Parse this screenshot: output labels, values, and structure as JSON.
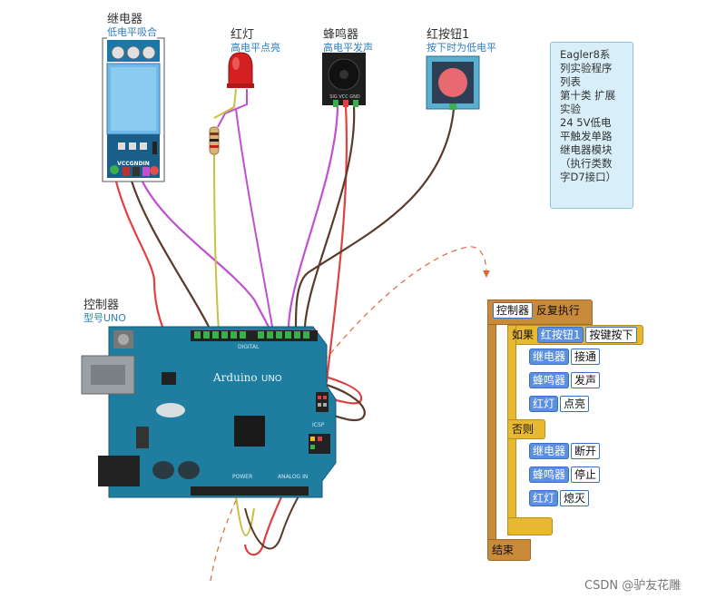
{
  "components": {
    "relay": {
      "title": "继电器",
      "sub": "低电平吸合",
      "pins": "VCCGNDIN"
    },
    "led": {
      "title": "红灯",
      "sub": "高电平点亮"
    },
    "buzzer": {
      "title": "蜂鸣器",
      "sub": "高电平发声",
      "pins": "SIG VCC GND"
    },
    "button": {
      "title": "红按钮1",
      "sub": "按下时为低电平"
    },
    "controller": {
      "title": "控制器",
      "sub": "型号UNO",
      "board_text": "Arduino",
      "board_model": "UNO",
      "labels": {
        "digital": "DIGITAL",
        "power": "POWER",
        "analog": "ANALOG IN",
        "icsp": "ICSP"
      }
    }
  },
  "note": {
    "lines": [
      "Eagler8系",
      "列实验程序",
      "列表",
      "第十类 扩展",
      "实验",
      "24 5V低电",
      "平触发单路",
      "继电器模块",
      "（执行类数",
      "字D7接口）"
    ]
  },
  "program": {
    "loop_name": "控制器",
    "loop_label": "反复执行",
    "if_label": "如果",
    "cond_name": "红按钮1",
    "cond_action": "按键按下",
    "then": [
      {
        "name": "继电器",
        "action": "接通"
      },
      {
        "name": "蜂鸣器",
        "action": "发声"
      },
      {
        "name": "红灯",
        "action": "点亮"
      }
    ],
    "else_label": "否则",
    "else": [
      {
        "name": "继电器",
        "action": "断开"
      },
      {
        "name": "蜂鸣器",
        "action": "停止"
      },
      {
        "name": "红灯",
        "action": "熄灭"
      }
    ],
    "end_label": "结束"
  },
  "watermark": "CSDN @驴友花雕",
  "colors": {
    "board": "#1f7da0",
    "wire_red": "#e04040",
    "wire_purple": "#c050d0",
    "wire_dark": "#5a3a2a",
    "wire_yellow": "#c8c040",
    "block_tag": "#5b8fe0",
    "block_frame": "#c98a3a"
  }
}
